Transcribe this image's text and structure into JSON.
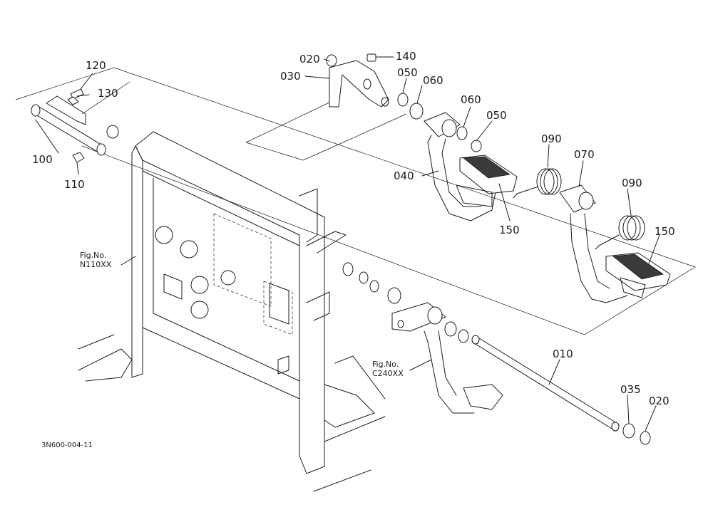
{
  "diagram": {
    "drawing_code": "3N600-004-11",
    "figure_refs": [
      {
        "line1": "Fig.No.",
        "line2": "N110XX"
      },
      {
        "line1": "Fig.No.",
        "line2": "C240XX"
      }
    ],
    "callouts": [
      {
        "id": "020"
      },
      {
        "id": "140"
      },
      {
        "id": "030"
      },
      {
        "id": "050"
      },
      {
        "id": "060"
      },
      {
        "id": "120"
      },
      {
        "id": "130"
      },
      {
        "id": "100"
      },
      {
        "id": "110"
      },
      {
        "id": "060"
      },
      {
        "id": "050"
      },
      {
        "id": "090"
      },
      {
        "id": "070"
      },
      {
        "id": "040"
      },
      {
        "id": "090"
      },
      {
        "id": "150"
      },
      {
        "id": "150"
      },
      {
        "id": "010"
      },
      {
        "id": "035"
      },
      {
        "id": "020"
      }
    ]
  }
}
